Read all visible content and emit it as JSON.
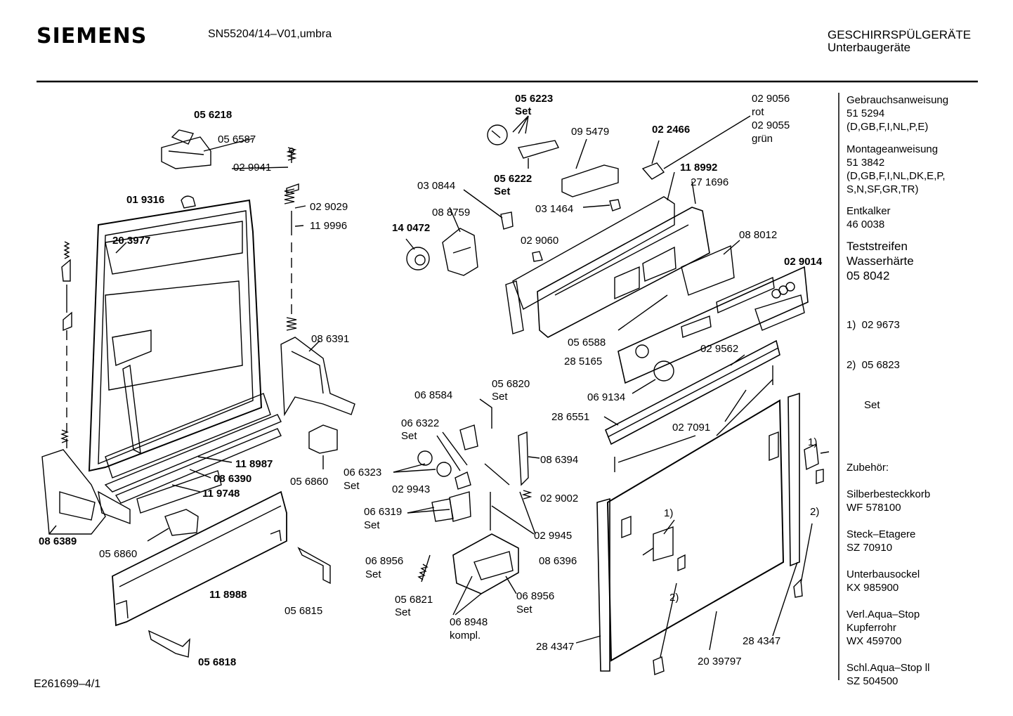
{
  "header": {
    "brand": "SIEMENS",
    "model": "SN55204/14–V01,umbra",
    "category": "GESCHIRRSPÜLGERÄTE",
    "subcategory": "Unterbaugeräte"
  },
  "labels": [
    {
      "text": "05 6218",
      "bold": true
    },
    {
      "text": "05 6587",
      "bold": false
    },
    {
      "text": "02 9941",
      "bold": false
    },
    {
      "text": "01 9316",
      "bold": true
    },
    {
      "text": "02 9029",
      "bold": false
    },
    {
      "text": "11 9996",
      "bold": false
    },
    {
      "text": "20 3977",
      "bold": true
    },
    {
      "text": "08 6391",
      "bold": false
    },
    {
      "text": "11 8987",
      "bold": true
    },
    {
      "text": "08 6390",
      "bold": true
    },
    {
      "text": "11 9748",
      "bold": true
    },
    {
      "text": "05 6860",
      "bold": false
    },
    {
      "text": "08 6389",
      "bold": true
    },
    {
      "text": "05 6860",
      "bold": false
    },
    {
      "text": "11 8988",
      "bold": true
    },
    {
      "text": "05 6815",
      "bold": false
    },
    {
      "text": "05 6818",
      "bold": true
    },
    {
      "text": "05 6223",
      "bold": true
    },
    {
      "text": "Set",
      "bold": true
    },
    {
      "text": "05 6222",
      "bold": true
    },
    {
      "text": "Set",
      "bold": true
    },
    {
      "text": "03 0844",
      "bold": false
    },
    {
      "text": "08 8759",
      "bold": false
    },
    {
      "text": "14 0472",
      "bold": true
    },
    {
      "text": "09 5479",
      "bold": false
    },
    {
      "text": "02 2466",
      "bold": true
    },
    {
      "text": "02 9056",
      "bold": false
    },
    {
      "text": "rot",
      "bold": false
    },
    {
      "text": "02 9055",
      "bold": false
    },
    {
      "text": "grün",
      "bold": false
    },
    {
      "text": "11 8992",
      "bold": true
    },
    {
      "text": "27 1696",
      "bold": false
    },
    {
      "text": "03 1464",
      "bold": false
    },
    {
      "text": "02 9060",
      "bold": false
    },
    {
      "text": "08 8012",
      "bold": false
    },
    {
      "text": "02 9014",
      "bold": true
    },
    {
      "text": "05 6588",
      "bold": false
    },
    {
      "text": "28 5165",
      "bold": false
    },
    {
      "text": "02 9562",
      "bold": false
    },
    {
      "text": "06 9134",
      "bold": false
    },
    {
      "text": "06 8584",
      "bold": false
    },
    {
      "text": "05 6820",
      "bold": false
    },
    {
      "text": "Set",
      "bold": false
    },
    {
      "text": "06 6322",
      "bold": false
    },
    {
      "text": "Set",
      "bold": false
    },
    {
      "text": "28 6551",
      "bold": false
    },
    {
      "text": "02 7091",
      "bold": false
    },
    {
      "text": "06 6323",
      "bold": false
    },
    {
      "text": "Set",
      "bold": false
    },
    {
      "text": "08 6394",
      "bold": false
    },
    {
      "text": "02 9943",
      "bold": false
    },
    {
      "text": "02 9002",
      "bold": false
    },
    {
      "text": "06 6319",
      "bold": false
    },
    {
      "text": "Set",
      "bold": false
    },
    {
      "text": "02 9945",
      "bold": false
    },
    {
      "text": "06 8956",
      "bold": false
    },
    {
      "text": "Set",
      "bold": false
    },
    {
      "text": "08 6396",
      "bold": false
    },
    {
      "text": "05 6821",
      "bold": false
    },
    {
      "text": "Set",
      "bold": false
    },
    {
      "text": "06 8956",
      "bold": false
    },
    {
      "text": "Set",
      "bold": false
    },
    {
      "text": "06 8948",
      "bold": false
    },
    {
      "text": "kompl.",
      "bold": false
    },
    {
      "text": "1)",
      "bold": false
    },
    {
      "text": "2)",
      "bold": false
    },
    {
      "text": "1)",
      "bold": false
    },
    {
      "text": "2)",
      "bold": false
    },
    {
      "text": "28 4347",
      "bold": false
    },
    {
      "text": "28 4347",
      "bold": false
    },
    {
      "text": "20 39797",
      "bold": false
    }
  ],
  "sidebar": {
    "blocks": [
      {
        "lines": [
          "Gebrauchsanweisung",
          " 51 5294",
          "(D,GB,F,I,NL,P,E)"
        ],
        "large": false
      },
      {
        "lines": [
          "Montageanweisung",
          "51 3842",
          "(D,GB,F,I,NL,DK,E,P,",
          "S,N,SF,GR,TR)"
        ],
        "large": false
      },
      {
        "lines": [
          "Entkalker",
          "46 0038"
        ],
        "large": false
      },
      {
        "lines": [
          "Teststreifen",
          "Wasserhärte",
          "05 8042"
        ],
        "large": true
      },
      {
        "lines": [
          "1)  02 9673",
          "2)  05 6823",
          "      Set"
        ],
        "large": false
      },
      {
        "lines": [
          "Zubehör:"
        ],
        "large": false
      },
      {
        "lines": [
          "Silberbesteckkorb",
          "WF 578100"
        ],
        "large": false
      },
      {
        "lines": [
          "Steck–Etagere",
          "SZ 70910"
        ],
        "large": false
      },
      {
        "lines": [
          "Unterbausockel",
          "KX 985900"
        ],
        "large": false
      },
      {
        "lines": [
          "Verl.Aqua–Stop",
          "Kupferrohr",
          "WX 459700"
        ],
        "large": false
      },
      {
        "lines": [
          "Schl.Aqua–Stop ll",
          "SZ 504500"
        ],
        "large": false
      }
    ]
  },
  "footer": {
    "code": "E261699–4/1"
  }
}
